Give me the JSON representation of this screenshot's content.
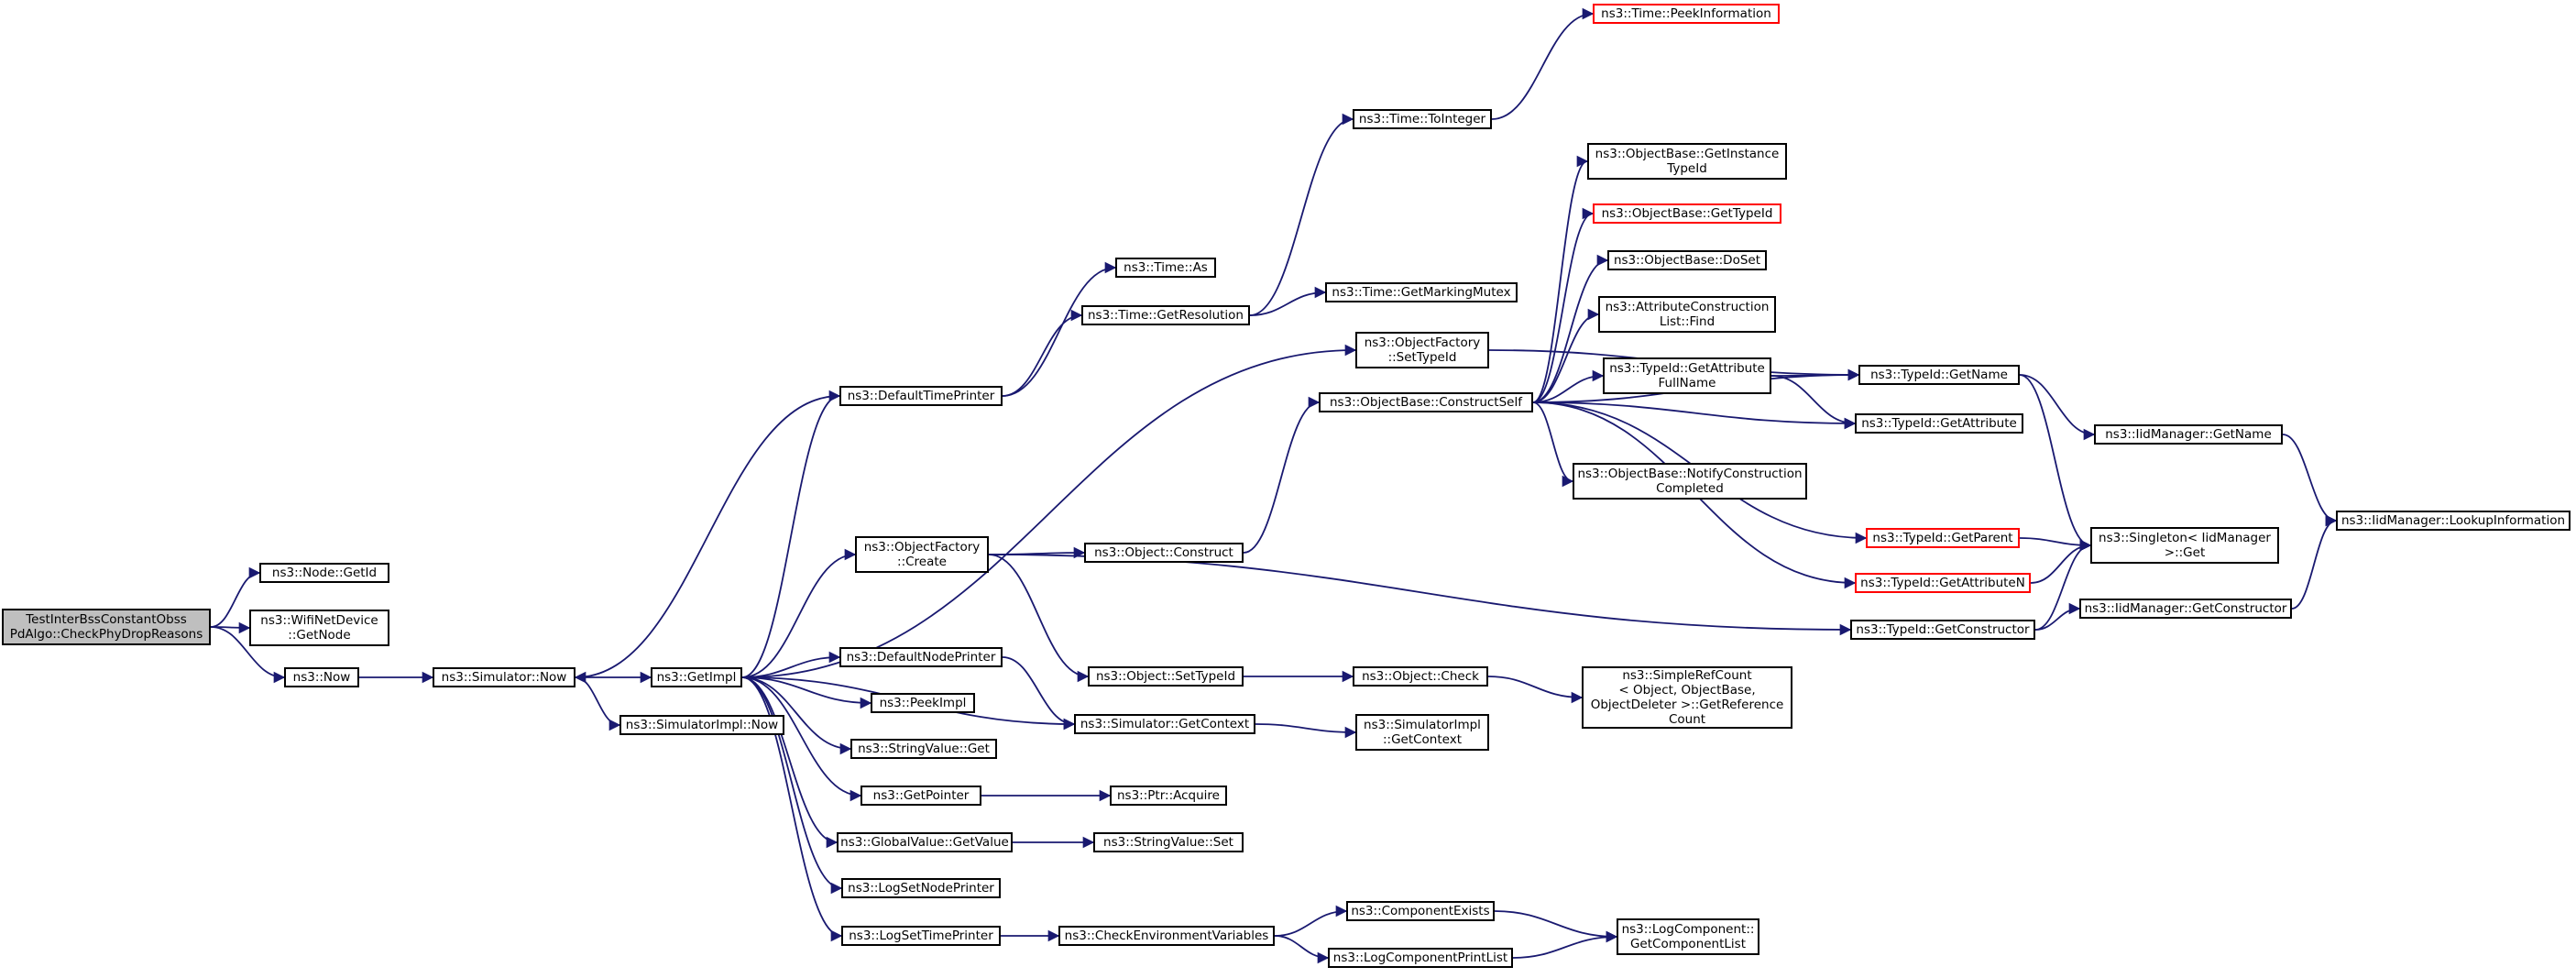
{
  "graph": {
    "edge_color": "#191970",
    "truncated_border_color": "#ff0000",
    "root_fill_color": "#bfbfbf",
    "nodes": [
      {
        "id": "root",
        "lines": [
          "TestInterBssConstantObss",
          "PdAlgo::CheckPhyDropReasons"
        ],
        "root": true
      },
      {
        "id": "nodeGetId",
        "lines": [
          "ns3::Node::GetId"
        ]
      },
      {
        "id": "wifiGetNode",
        "lines": [
          "ns3::WifiNetDevice",
          "::GetNode"
        ]
      },
      {
        "id": "now",
        "lines": [
          "ns3::Now"
        ]
      },
      {
        "id": "simNow",
        "lines": [
          "ns3::Simulator::Now"
        ]
      },
      {
        "id": "getImpl",
        "lines": [
          "ns3::GetImpl"
        ]
      },
      {
        "id": "simImplNow",
        "lines": [
          "ns3::SimulatorImpl::Now"
        ]
      },
      {
        "id": "defTimePrinter",
        "lines": [
          "ns3::DefaultTimePrinter"
        ]
      },
      {
        "id": "timeAs",
        "lines": [
          "ns3::Time::As"
        ]
      },
      {
        "id": "getResolution",
        "lines": [
          "ns3::Time::GetResolution"
        ]
      },
      {
        "id": "toInteger",
        "lines": [
          "ns3::Time::ToInteger"
        ]
      },
      {
        "id": "peekInfo",
        "lines": [
          "ns3::Time::PeekInformation"
        ],
        "truncated": true
      },
      {
        "id": "markingMutex",
        "lines": [
          "ns3::Time::GetMarkingMutex"
        ]
      },
      {
        "id": "ofSetTypeId",
        "lines": [
          "ns3::ObjectFactory",
          "::SetTypeId"
        ]
      },
      {
        "id": "constructSelf",
        "lines": [
          "ns3::ObjectBase::ConstructSelf"
        ]
      },
      {
        "id": "obGetInstanceTypeId",
        "lines": [
          "ns3::ObjectBase::GetInstance",
          "TypeId"
        ]
      },
      {
        "id": "obGetTypeId",
        "lines": [
          "ns3::ObjectBase::GetTypeId"
        ],
        "truncated": true
      },
      {
        "id": "obDoSet",
        "lines": [
          "ns3::ObjectBase::DoSet"
        ]
      },
      {
        "id": "acListFind",
        "lines": [
          "ns3::AttributeConstruction",
          "List::Find"
        ]
      },
      {
        "id": "tidAttrFullName",
        "lines": [
          "ns3::TypeId::GetAttribute",
          "FullName"
        ]
      },
      {
        "id": "tidGetName",
        "lines": [
          "ns3::TypeId::GetName"
        ]
      },
      {
        "id": "tidGetAttribute",
        "lines": [
          "ns3::TypeId::GetAttribute"
        ]
      },
      {
        "id": "iidGetName",
        "lines": [
          "ns3::IidManager::GetName"
        ]
      },
      {
        "id": "lookupInfo",
        "lines": [
          "ns3::IidManager::LookupInformation"
        ]
      },
      {
        "id": "notifyConstruction",
        "lines": [
          "ns3::ObjectBase::NotifyConstruction",
          "Completed"
        ]
      },
      {
        "id": "tidGetParent",
        "lines": [
          "ns3::TypeId::GetParent"
        ],
        "truncated": true
      },
      {
        "id": "singletonGet",
        "lines": [
          "ns3::Singleton< IidManager",
          " >::Get"
        ]
      },
      {
        "id": "tidGetAttributeN",
        "lines": [
          "ns3::TypeId::GetAttributeN"
        ],
        "truncated": true
      },
      {
        "id": "tidGetConstructor",
        "lines": [
          "ns3::TypeId::GetConstructor"
        ]
      },
      {
        "id": "iidGetConstructor",
        "lines": [
          "ns3::IidManager::GetConstructor"
        ]
      },
      {
        "id": "ofCreate",
        "lines": [
          "ns3::ObjectFactory",
          "::Create"
        ]
      },
      {
        "id": "objConstruct",
        "lines": [
          "ns3::Object::Construct"
        ]
      },
      {
        "id": "objSetTypeId",
        "lines": [
          "ns3::Object::SetTypeId"
        ]
      },
      {
        "id": "objCheck",
        "lines": [
          "ns3::Object::Check"
        ]
      },
      {
        "id": "simpleRefCount",
        "lines": [
          "ns3::SimpleRefCount",
          "< Object, ObjectBase,",
          " ObjectDeleter >::GetReference",
          "Count"
        ]
      },
      {
        "id": "defNodePrinter",
        "lines": [
          "ns3::DefaultNodePrinter"
        ]
      },
      {
        "id": "simGetContext",
        "lines": [
          "ns3::Simulator::GetContext"
        ]
      },
      {
        "id": "simImplGetContext",
        "lines": [
          "ns3::SimulatorImpl",
          "::GetContext"
        ]
      },
      {
        "id": "peekImpl",
        "lines": [
          "ns3::PeekImpl"
        ]
      },
      {
        "id": "strValGet",
        "lines": [
          "ns3::StringValue::Get"
        ]
      },
      {
        "id": "getPointer",
        "lines": [
          "ns3::GetPointer"
        ]
      },
      {
        "id": "ptrAcquire",
        "lines": [
          "ns3::Ptr::Acquire"
        ]
      },
      {
        "id": "gvGetValue",
        "lines": [
          "ns3::GlobalValue::GetValue"
        ]
      },
      {
        "id": "strValSet",
        "lines": [
          "ns3::StringValue::Set"
        ]
      },
      {
        "id": "logSetNodePrinter",
        "lines": [
          "ns3::LogSetNodePrinter"
        ]
      },
      {
        "id": "logSetTimePrinter",
        "lines": [
          "ns3::LogSetTimePrinter"
        ]
      },
      {
        "id": "checkEnvVars",
        "lines": [
          "ns3::CheckEnvironmentVariables"
        ]
      },
      {
        "id": "componentExists",
        "lines": [
          "ns3::ComponentExists"
        ]
      },
      {
        "id": "logCompPrintList",
        "lines": [
          "ns3::LogComponentPrintList"
        ]
      },
      {
        "id": "getComponentList",
        "lines": [
          "ns3::LogComponent::",
          "GetComponentList"
        ]
      }
    ],
    "edges": [
      [
        "root",
        "nodeGetId"
      ],
      [
        "root",
        "wifiGetNode"
      ],
      [
        "root",
        "now"
      ],
      [
        "now",
        "simNow"
      ],
      [
        "simNow",
        "getImpl"
      ],
      [
        "simNow",
        "simImplNow"
      ],
      [
        "getImpl",
        "defTimePrinter"
      ],
      [
        "defTimePrinter",
        "simNow"
      ],
      [
        "defTimePrinter",
        "timeAs"
      ],
      [
        "defTimePrinter",
        "getResolution"
      ],
      [
        "getResolution",
        "toInteger"
      ],
      [
        "getResolution",
        "markingMutex"
      ],
      [
        "toInteger",
        "peekInfo"
      ],
      [
        "getImpl",
        "ofSetTypeId"
      ],
      [
        "ofSetTypeId",
        "tidGetName"
      ],
      [
        "getImpl",
        "ofCreate"
      ],
      [
        "ofCreate",
        "objConstruct"
      ],
      [
        "ofCreate",
        "objSetTypeId"
      ],
      [
        "ofCreate",
        "tidGetConstructor"
      ],
      [
        "objConstruct",
        "constructSelf"
      ],
      [
        "constructSelf",
        "obGetInstanceTypeId"
      ],
      [
        "constructSelf",
        "obGetTypeId"
      ],
      [
        "constructSelf",
        "obDoSet"
      ],
      [
        "constructSelf",
        "acListFind"
      ],
      [
        "constructSelf",
        "tidAttrFullName"
      ],
      [
        "constructSelf",
        "tidGetAttribute"
      ],
      [
        "constructSelf",
        "tidGetName"
      ],
      [
        "constructSelf",
        "notifyConstruction"
      ],
      [
        "constructSelf",
        "tidGetParent"
      ],
      [
        "constructSelf",
        "tidGetAttributeN"
      ],
      [
        "tidAttrFullName",
        "tidGetName"
      ],
      [
        "tidAttrFullName",
        "tidGetAttribute"
      ],
      [
        "tidGetName",
        "iidGetName"
      ],
      [
        "tidGetName",
        "singletonGet"
      ],
      [
        "iidGetName",
        "lookupInfo"
      ],
      [
        "tidGetParent",
        "singletonGet"
      ],
      [
        "tidGetAttributeN",
        "singletonGet"
      ],
      [
        "tidGetConstructor",
        "singletonGet"
      ],
      [
        "tidGetConstructor",
        "iidGetConstructor"
      ],
      [
        "iidGetConstructor",
        "lookupInfo"
      ],
      [
        "objSetTypeId",
        "objCheck"
      ],
      [
        "objCheck",
        "simpleRefCount"
      ],
      [
        "getImpl",
        "defNodePrinter"
      ],
      [
        "defNodePrinter",
        "simGetContext"
      ],
      [
        "getImpl",
        "simGetContext"
      ],
      [
        "simGetContext",
        "simImplGetContext"
      ],
      [
        "getImpl",
        "peekImpl"
      ],
      [
        "getImpl",
        "strValGet"
      ],
      [
        "getImpl",
        "getPointer"
      ],
      [
        "getPointer",
        "ptrAcquire"
      ],
      [
        "getImpl",
        "gvGetValue"
      ],
      [
        "gvGetValue",
        "strValSet"
      ],
      [
        "getImpl",
        "logSetNodePrinter"
      ],
      [
        "getImpl",
        "logSetTimePrinter"
      ],
      [
        "logSetTimePrinter",
        "checkEnvVars"
      ],
      [
        "checkEnvVars",
        "componentExists"
      ],
      [
        "checkEnvVars",
        "logCompPrintList"
      ],
      [
        "componentExists",
        "getComponentList"
      ],
      [
        "logCompPrintList",
        "getComponentList"
      ]
    ]
  }
}
